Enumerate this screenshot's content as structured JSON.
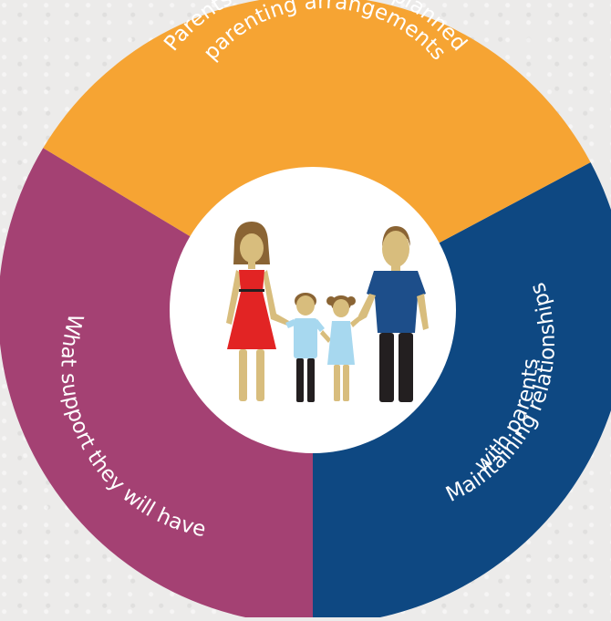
{
  "segments": [
    {
      "id": "top",
      "lines": [
        "Parents discussing the planned",
        "parenting arrangements"
      ],
      "color": "#f6a433"
    },
    {
      "id": "right",
      "lines": [
        "Maintaining relationships",
        "with parents"
      ],
      "color": "#0e4882"
    },
    {
      "id": "left",
      "lines": [
        "What support they will have"
      ],
      "color": "#a44173"
    }
  ],
  "center": {
    "color": "#ffffff",
    "icon": "family-icon"
  },
  "figure_colors": {
    "skin": "#d8bd7d",
    "hair": "#8a6434",
    "mother_dress": "#e22424",
    "father_shirt": "#1d4e8a",
    "kid_shirt": "#a7d8ef",
    "legs": "#231f20"
  }
}
